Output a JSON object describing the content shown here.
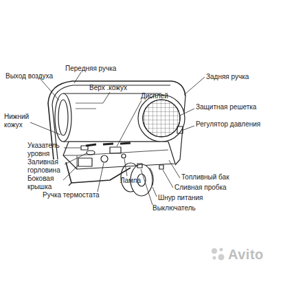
{
  "diagram": {
    "labels": [
      "Выход воздуха",
      "Передняя ручка",
      "Верх .кожух",
      "Дисплей",
      "Задняя ручка",
      "Защитная решетка",
      "Регулятор давления",
      "Нижний кожух",
      "Указатель уровня",
      "Заливная горловина",
      "Боковая крышка",
      "Лампа",
      "Ручка термостата",
      "Топливный бак",
      "Сливная пробка",
      "Шнур питания",
      "Выключатель",
      "Avito"
    ]
  }
}
